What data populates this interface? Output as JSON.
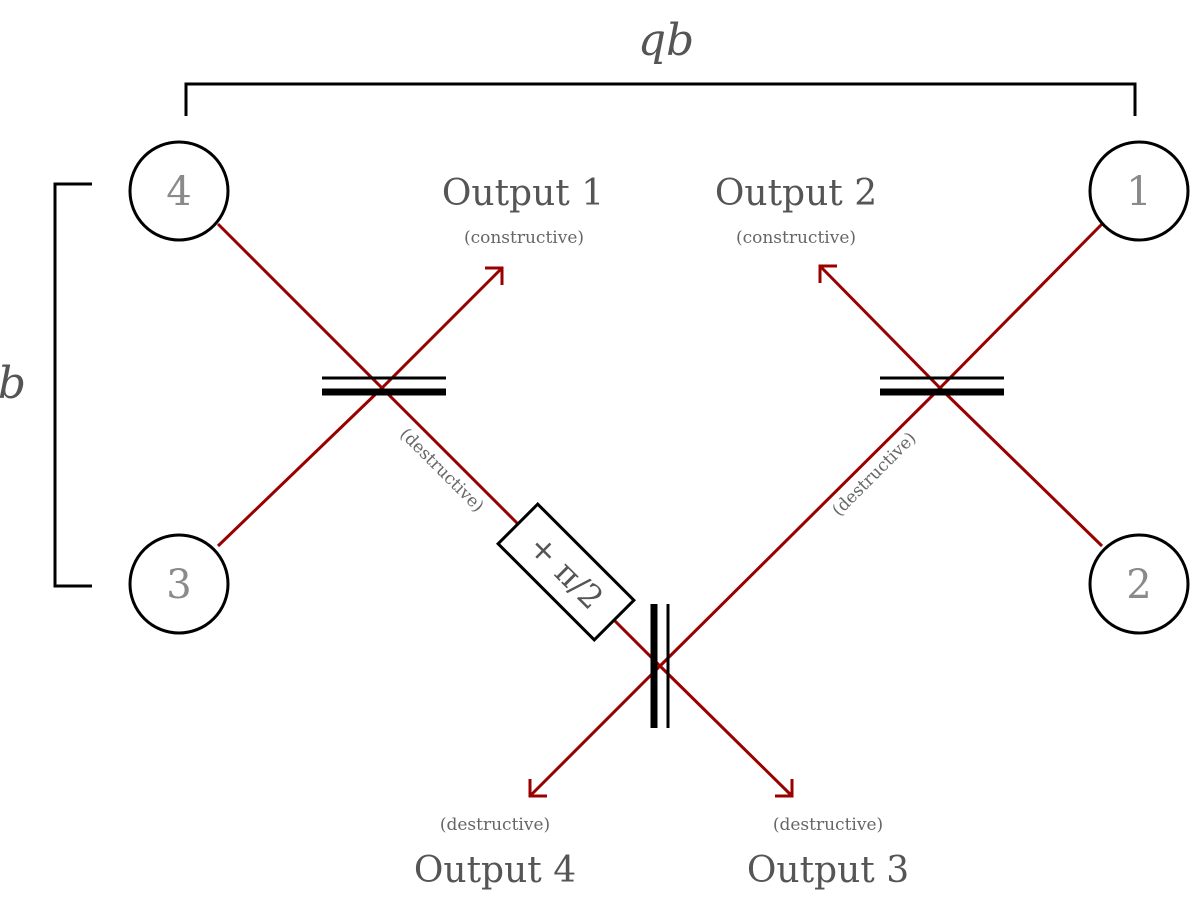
{
  "dimensions": {
    "horizontal_label": "qb",
    "vertical_label": "b"
  },
  "telescopes": [
    {
      "label": "4"
    },
    {
      "label": "1"
    },
    {
      "label": "3"
    },
    {
      "label": "2"
    }
  ],
  "outputs": {
    "output1": {
      "label": "Output 1",
      "type": "(constructive)"
    },
    "output2": {
      "label": "Output 2",
      "type": "(constructive)"
    },
    "output3": {
      "label": "Output 3",
      "type": "(destructive)"
    },
    "output4": {
      "label": "Output 4",
      "type": "(destructive)"
    }
  },
  "intermediate": {
    "left_destructive": "(destructive)",
    "right_destructive": "(destructive)"
  },
  "phase_shifter": {
    "label": "+ π/2"
  },
  "colors": {
    "beam": "#990000",
    "outline": "#000000",
    "text": "#555555",
    "telescope_label": "#8a8a8a"
  }
}
